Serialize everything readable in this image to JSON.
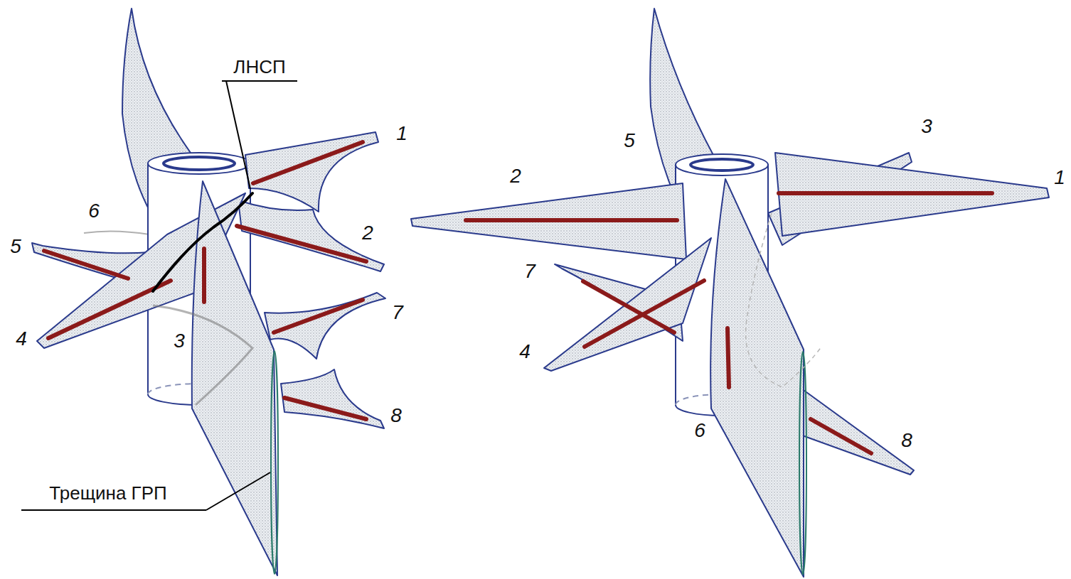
{
  "diagram": {
    "labels": [
      "ЛНСП",
      "Трещина ГРП",
      "1",
      "2",
      "3",
      "4",
      "5",
      "6",
      "7",
      "8",
      "1",
      "2",
      "3",
      "4",
      "5",
      "6",
      "7",
      "8"
    ]
  }
}
